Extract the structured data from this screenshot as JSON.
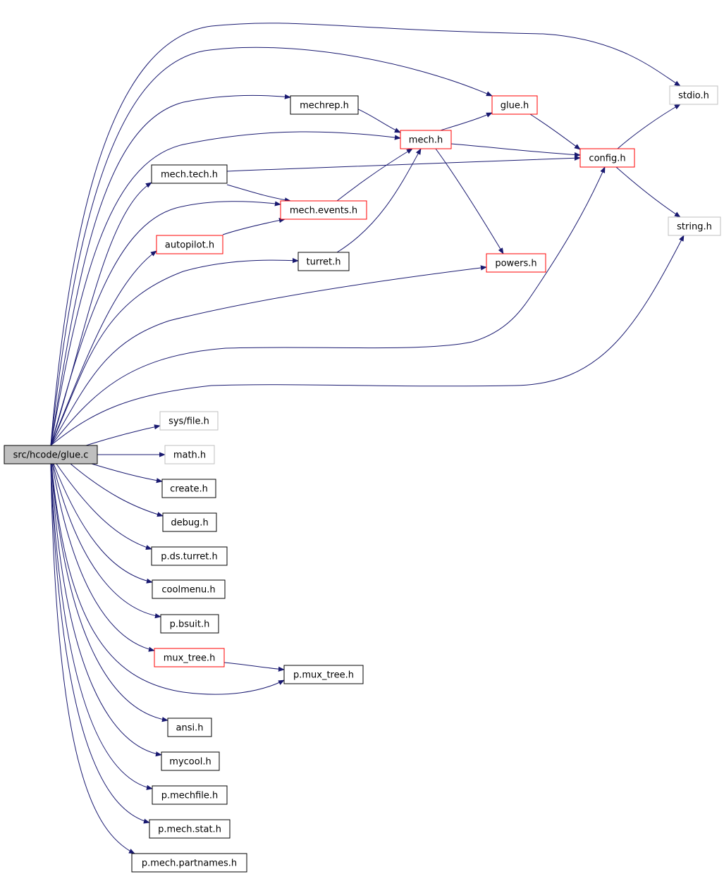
{
  "colors": {
    "edge": "#191970",
    "normal": "#000000",
    "truncated": "#ff0000",
    "external": "#bfbfbf",
    "root_fill": "#bfbfbf"
  },
  "nodes": [
    {
      "id": "glue_c",
      "label": "src/hcode/glue.c",
      "style": "root"
    },
    {
      "id": "stdio",
      "label": "stdio.h",
      "style": "external"
    },
    {
      "id": "string",
      "label": "string.h",
      "style": "external"
    },
    {
      "id": "sysfile",
      "label": "sys/file.h",
      "style": "external"
    },
    {
      "id": "math",
      "label": "math.h",
      "style": "external"
    },
    {
      "id": "glue_h",
      "label": "glue.h",
      "style": "truncated"
    },
    {
      "id": "config",
      "label": "config.h",
      "style": "truncated"
    },
    {
      "id": "mech",
      "label": "mech.h",
      "style": "truncated"
    },
    {
      "id": "mechevents",
      "label": "mech.events.h",
      "style": "truncated"
    },
    {
      "id": "autopilot",
      "label": "autopilot.h",
      "style": "truncated"
    },
    {
      "id": "powers",
      "label": "powers.h",
      "style": "truncated"
    },
    {
      "id": "muxtree",
      "label": "mux_tree.h",
      "style": "truncated"
    },
    {
      "id": "mechrep",
      "label": "mechrep.h",
      "style": "normal"
    },
    {
      "id": "mechtech",
      "label": "mech.tech.h",
      "style": "normal"
    },
    {
      "id": "turret",
      "label": "turret.h",
      "style": "normal"
    },
    {
      "id": "create",
      "label": "create.h",
      "style": "normal"
    },
    {
      "id": "debug",
      "label": "debug.h",
      "style": "normal"
    },
    {
      "id": "pdsturret",
      "label": "p.ds.turret.h",
      "style": "normal"
    },
    {
      "id": "coolmenu",
      "label": "coolmenu.h",
      "style": "normal"
    },
    {
      "id": "pbsuit",
      "label": "p.bsuit.h",
      "style": "normal"
    },
    {
      "id": "pmuxtree",
      "label": "p.mux_tree.h",
      "style": "normal"
    },
    {
      "id": "ansi",
      "label": "ansi.h",
      "style": "normal"
    },
    {
      "id": "mycool",
      "label": "mycool.h",
      "style": "normal"
    },
    {
      "id": "pmechfile",
      "label": "p.mechfile.h",
      "style": "normal"
    },
    {
      "id": "pmechstat",
      "label": "p.mech.stat.h",
      "style": "normal"
    },
    {
      "id": "pmechpartnames",
      "label": "p.mech.partnames.h",
      "style": "normal"
    }
  ],
  "edges": [
    [
      "glue_c",
      "stdio"
    ],
    [
      "glue_c",
      "glue_h"
    ],
    [
      "glue_c",
      "mechrep"
    ],
    [
      "glue_c",
      "mech"
    ],
    [
      "glue_c",
      "mechtech"
    ],
    [
      "glue_c",
      "mechevents"
    ],
    [
      "glue_c",
      "autopilot"
    ],
    [
      "glue_c",
      "turret"
    ],
    [
      "glue_c",
      "powers"
    ],
    [
      "glue_c",
      "config"
    ],
    [
      "glue_c",
      "string"
    ],
    [
      "glue_c",
      "sysfile"
    ],
    [
      "glue_c",
      "math"
    ],
    [
      "glue_c",
      "create"
    ],
    [
      "glue_c",
      "debug"
    ],
    [
      "glue_c",
      "pdsturret"
    ],
    [
      "glue_c",
      "coolmenu"
    ],
    [
      "glue_c",
      "pbsuit"
    ],
    [
      "glue_c",
      "muxtree"
    ],
    [
      "glue_c",
      "pmuxtree"
    ],
    [
      "glue_c",
      "ansi"
    ],
    [
      "glue_c",
      "mycool"
    ],
    [
      "glue_c",
      "pmechfile"
    ],
    [
      "glue_c",
      "pmechstat"
    ],
    [
      "glue_c",
      "pmechpartnames"
    ],
    [
      "mechrep",
      "mech"
    ],
    [
      "mech",
      "glue_h"
    ],
    [
      "mech",
      "config"
    ],
    [
      "mech",
      "powers"
    ],
    [
      "glue_h",
      "config"
    ],
    [
      "config",
      "stdio"
    ],
    [
      "config",
      "string"
    ],
    [
      "mechtech",
      "config"
    ],
    [
      "mechtech",
      "mechevents"
    ],
    [
      "mechevents",
      "mech"
    ],
    [
      "autopilot",
      "mechevents"
    ],
    [
      "turret",
      "mech"
    ],
    [
      "muxtree",
      "pmuxtree"
    ]
  ]
}
